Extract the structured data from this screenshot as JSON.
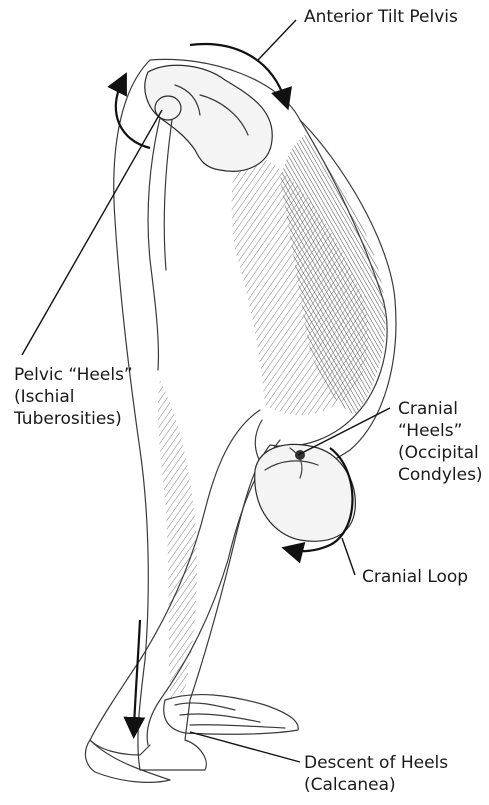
{
  "labels": {
    "anterior_tilt": "Anterior Tilt Pelvis",
    "pelvic_heels": [
      "Pelvic “Heels”",
      "(Ischial",
      "Tuberosities)"
    ],
    "cranial_heels": [
      "Cranial",
      "“Heels”",
      "(Occipital",
      "Condyles)"
    ],
    "cranial_loop": "Cranial Loop",
    "descent_heels": [
      "Descent of Heels",
      "(Calcanea)"
    ]
  }
}
